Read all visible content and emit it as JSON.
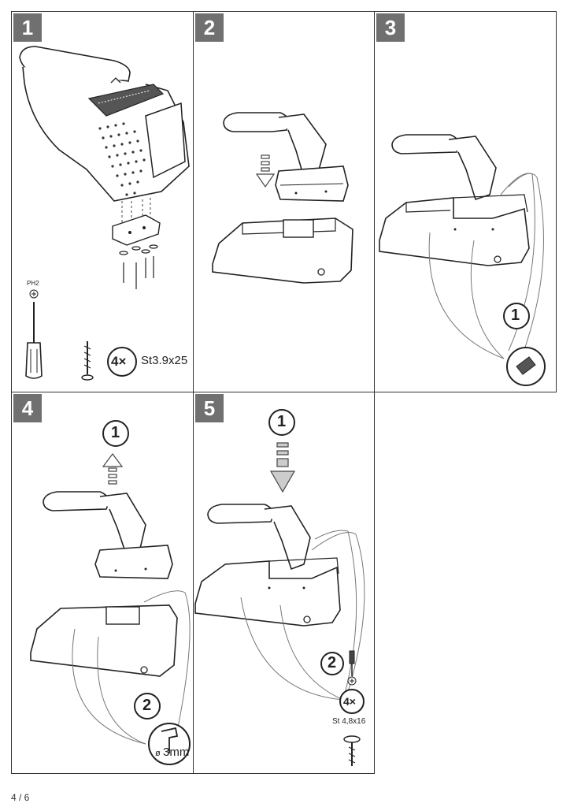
{
  "steps": [
    {
      "number": "1"
    },
    {
      "number": "2"
    },
    {
      "number": "3"
    },
    {
      "number": "4"
    },
    {
      "number": "5"
    }
  ],
  "step1": {
    "tool_label": "PH2",
    "screw_count": "4×",
    "screw_spec": "St3.9x25"
  },
  "step3": {
    "sub_step": "1"
  },
  "step4": {
    "sub_step_1": "1",
    "sub_step_2": "2",
    "drill_spec": "3mm",
    "drill_diameter_symbol": "ø"
  },
  "step5": {
    "sub_step_1": "1",
    "sub_step_2": "2",
    "screw_count": "4×",
    "screw_spec": "St 4,8x16"
  },
  "footer": {
    "page_number": "4 / 6"
  }
}
